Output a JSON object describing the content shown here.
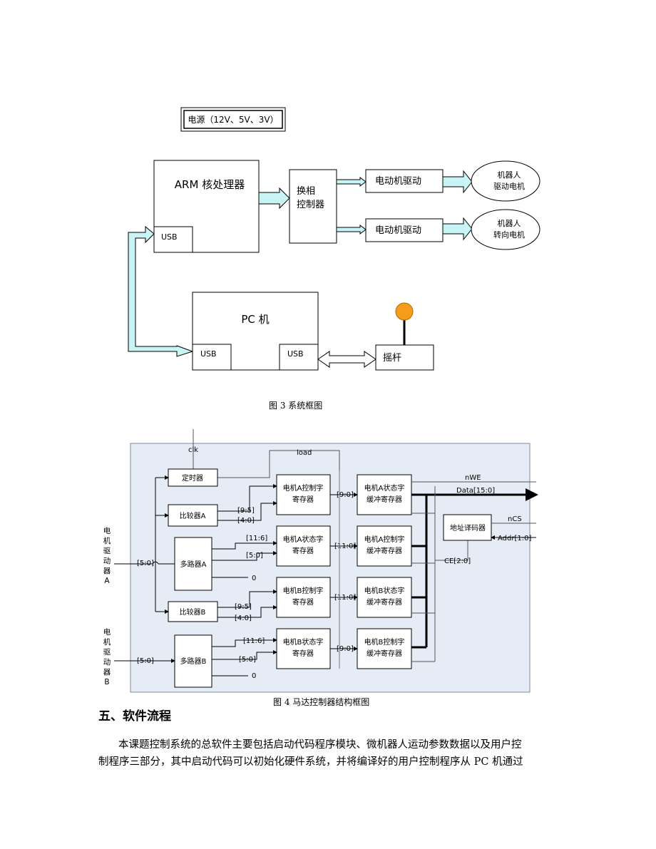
{
  "fig3": {
    "power": "电源（12V、5V、3V）",
    "arm": "ARM 核处理器",
    "usb": "USB",
    "commutation_line1": "换相",
    "commutation_line2": "控制器",
    "motor_drive": "电动机驱动",
    "robot_line1": "机器人",
    "drive_motor": "驱动电机",
    "steer_motor": "转向电机",
    "pc": "PC 机",
    "joystick": "摇杆",
    "caption": "图 3  系统框图"
  },
  "fig4": {
    "clk": "clk",
    "load": "load",
    "timer": "定时器",
    "comp_a": "比较器A",
    "comp_b": "比较器B",
    "mux_a": "多路器A",
    "mux_b": "多路器B",
    "reg_ctrl_a_1": "电机A控制字",
    "reg_ctrl_a_2": "寄存器",
    "reg_stat_a_1": "电机A状态字",
    "reg_stat_a_2": "寄存器",
    "reg_ctrl_b_1": "电机B控制字",
    "reg_ctrl_b_2": "寄存器",
    "reg_stat_b_1": "电机B状态字",
    "reg_stat_b_2": "寄存器",
    "buf_stat_a_1": "电机A状态字",
    "buf_ctrl_a_1": "电机A控制字",
    "buf_stat_b_1": "电机B状态字",
    "buf_ctrl_b_1": "电机B控制字",
    "buf_2": "缓冲寄存器",
    "decoder": "地址译码器",
    "nwe": "nWE",
    "data": "Data[15:0]",
    "ncs": "nCS",
    "addr": "Addr[1:0]",
    "ce": "CE[2:0]",
    "b95": "[9:5]",
    "b40": "[4:0]",
    "b116": "[11:6]",
    "b50": "[5:0]",
    "b90": "[9:0]",
    "b110": "[11:0]",
    "zero": "0",
    "motor_a_chars": [
      "电",
      "机",
      "驱",
      "动",
      "器",
      "A"
    ],
    "motor_b_chars": [
      "电",
      "机",
      "驱",
      "动",
      "器",
      "B"
    ],
    "caption": "图 4    马达控制器结构框图"
  },
  "section_heading": "五、软件流程",
  "paragraph_line1": "本课题控制系统的总软件主要包括启动代码程序模块、微机器人运动参数数据以及用户控",
  "paragraph_line2": "制程序三部分，其中启动代码可以初始化硬件系统，并将编译好的用户控制程序从 PC 机通过"
}
